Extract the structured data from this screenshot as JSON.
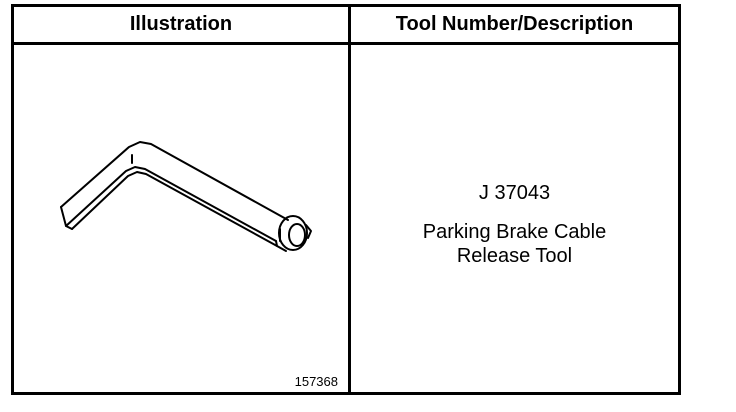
{
  "table": {
    "headers": {
      "illustration": "Illustration",
      "tool": "Tool Number/Description"
    },
    "rows": [
      {
        "illustration_ref": "157368",
        "tool_number": "J 37043",
        "description_lines": [
          "Parking Brake Cable",
          "Release Tool"
        ]
      }
    ]
  },
  "illustration": {
    "icon": "parking-brake-cable-release-tool-drawing"
  }
}
